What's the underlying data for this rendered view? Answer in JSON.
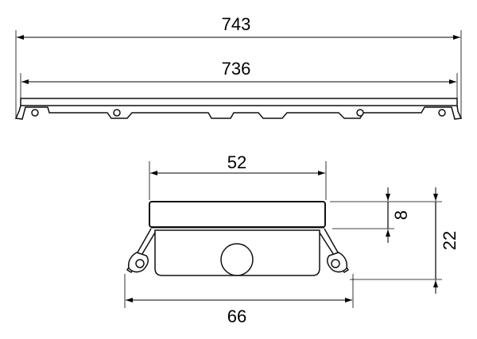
{
  "drawing": {
    "top_view": {
      "overall_length": "743",
      "inner_length": "736"
    },
    "cross_section": {
      "grate_width": "52",
      "base_width": "66",
      "grate_height": "8",
      "total_height": "22"
    },
    "colors": {
      "line": "#000000",
      "background": "#ffffff"
    }
  }
}
